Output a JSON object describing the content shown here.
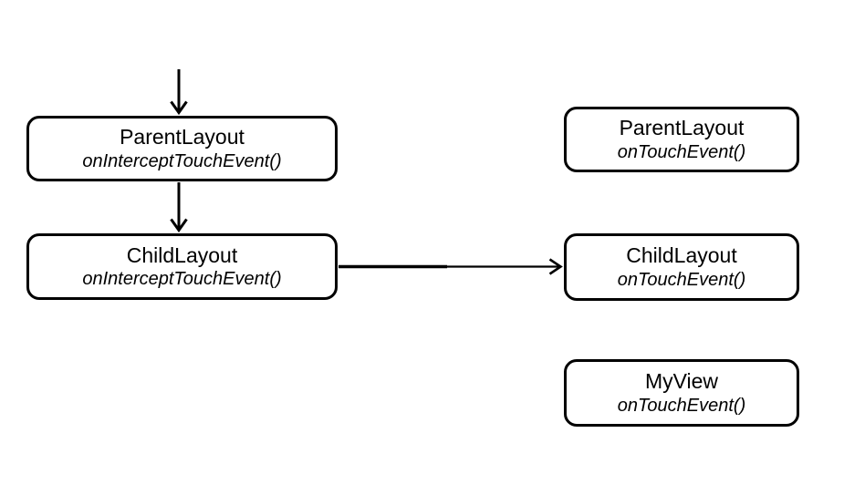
{
  "diagram": {
    "background_color": "#ffffff",
    "line_color": "#000000",
    "nodes": {
      "parent_intercept": {
        "title": "ParentLayout",
        "method": "onInterceptTouchEvent()"
      },
      "child_intercept": {
        "title": "ChildLayout",
        "method": "onInterceptTouchEvent()"
      },
      "parent_touch": {
        "title": "ParentLayout",
        "method": "onTouchEvent()"
      },
      "child_touch": {
        "title": "ChildLayout",
        "method": "onTouchEvent()"
      },
      "my_view_touch": {
        "title": "MyView",
        "method": "onTouchEvent()"
      }
    }
  }
}
